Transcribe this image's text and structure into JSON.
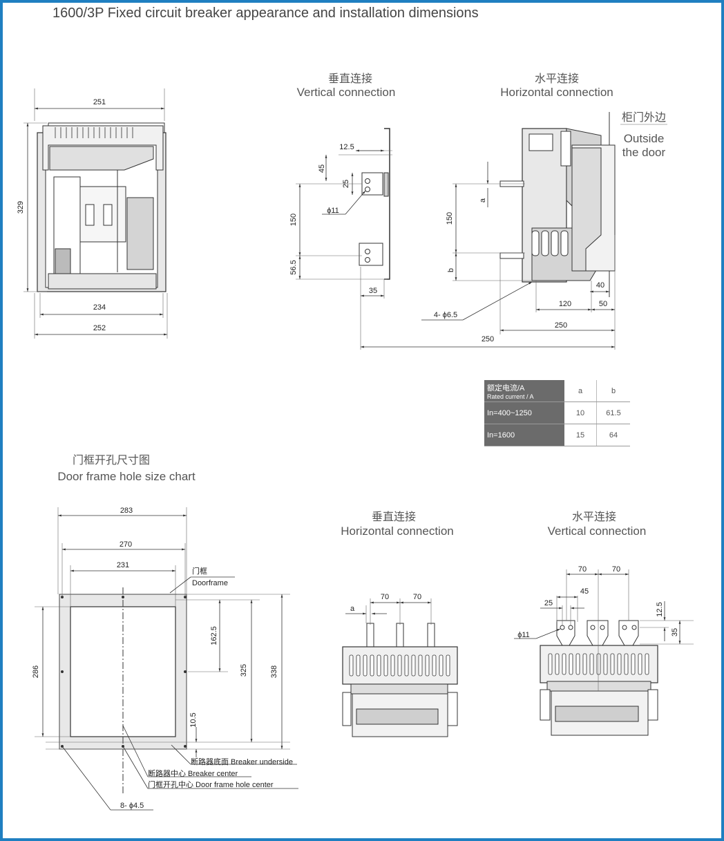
{
  "title": "1600/3P Fixed circuit breaker appearance and installation dimensions",
  "front_view": {
    "dims": {
      "top_width": "251",
      "height": "329",
      "inner_width": "234",
      "bottom_width": "252"
    }
  },
  "vertical_connection_side": {
    "title_cn": "垂直连接",
    "title_en": "Vertical connection",
    "dims": {
      "d12_5": "12.5",
      "d45": "45",
      "d25": "25",
      "hole": "ϕ11",
      "d150": "150",
      "d56_5": "56.5",
      "d35": "35"
    }
  },
  "horizontal_connection_side": {
    "title_cn": "水平连接",
    "title_en": "Horizontal connection",
    "door_cn": "柜门外边",
    "door_en_1": "Outside",
    "door_en_2": "the door",
    "dims": {
      "a": "a",
      "d150": "150",
      "b": "b",
      "d40": "40",
      "d120": "120",
      "d50": "50",
      "holes": "4- ϕ6.5",
      "d250a": "250",
      "d250b": "250"
    }
  },
  "rated_table": {
    "header_cn": "额定电流/A",
    "header_en": "Rated current / A",
    "col_a": "a",
    "col_b": "b",
    "rows": [
      {
        "label": "In=400~1250",
        "a": "10",
        "b": "61.5"
      },
      {
        "label": "In=1600",
        "a": "15",
        "b": "64"
      }
    ]
  },
  "door_frame": {
    "title_cn": "门框开孔尺寸图",
    "title_en": "Door frame hole size chart",
    "doorframe_cn": "门框",
    "doorframe_en": "Doorframe",
    "dims": {
      "d283": "283",
      "d270": "270",
      "d231": "231",
      "d162_5": "162.5",
      "d286": "286",
      "d325": "325",
      "d338": "338",
      "d10_5": "10.5",
      "holes": "8- ϕ4.5"
    },
    "notes": [
      "断路器底面 Breaker underside",
      "断路器中心 Breaker center",
      "门框开孔中心 Door frame hole center"
    ]
  },
  "bottom_vertical": {
    "title_cn": "垂直连接",
    "title_en": "Horizontal connection",
    "dims": {
      "a": "a",
      "d70a": "70",
      "d70b": "70"
    }
  },
  "bottom_horizontal": {
    "title_cn": "水平连接",
    "title_en": "Vertical connection",
    "dims": {
      "d70a": "70",
      "d70b": "70",
      "d45": "45",
      "d25": "25",
      "d12_5": "12.5",
      "d35": "35",
      "hole": "ϕ11"
    }
  }
}
